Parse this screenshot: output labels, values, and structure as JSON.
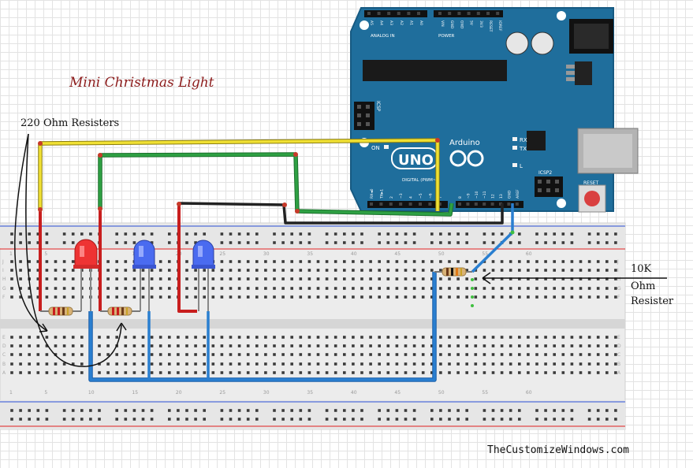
{
  "title": "Mini Christmas Light",
  "annotations": {
    "resistors_220": "220 Ohm Resisters",
    "resistor_10k_line1": "10K",
    "resistor_10k_line2": "Ohm",
    "resistor_10k_line3": "Resister"
  },
  "watermark": "TheCustomizeWindows.com",
  "arduino": {
    "brand": "Arduino",
    "model": "UNO",
    "analog_in": "ANALOG IN",
    "power": "POWER",
    "digital": "DIGITAL (PWM~)",
    "icsp": "ICSP",
    "icsp2": "ICSP2",
    "reset": "RESET",
    "on": "ON",
    "rx": "RX",
    "tx": "TX",
    "l": "L",
    "top_pins": [
      "A5",
      "A4",
      "A3",
      "A2",
      "A1",
      "A0",
      "",
      "VIN",
      "GND",
      "GND",
      "5V",
      "3V3",
      "RESET",
      "IOREF"
    ],
    "bottom_pins": [
      "RX◄0",
      "TX►1",
      "2",
      "~3",
      "4",
      "~5",
      "~6",
      "7",
      "",
      "8",
      "~9",
      "~10",
      "~11",
      "12",
      "13",
      "GND",
      "AREF"
    ]
  },
  "breadboard_numbers": [
    "1",
    "5",
    "10",
    "15",
    "20",
    "25",
    "30",
    "35",
    "40",
    "45",
    "50",
    "55",
    "60"
  ],
  "breadboard_rows": [
    "J",
    "I",
    "H",
    "G",
    "F",
    "E",
    "D",
    "C",
    "B",
    "A"
  ],
  "colors": {
    "board": "#1f6e9c",
    "board_dark": "#175a82",
    "wire_yellow": "#f0e033",
    "wire_green": "#2ea043",
    "wire_black": "#222222",
    "wire_red": "#c81e1e",
    "wire_blue": "#2a7fd0",
    "led_red": "#ee3333",
    "led_blue": "#4a6bf0",
    "title": "#8b1a1a"
  }
}
